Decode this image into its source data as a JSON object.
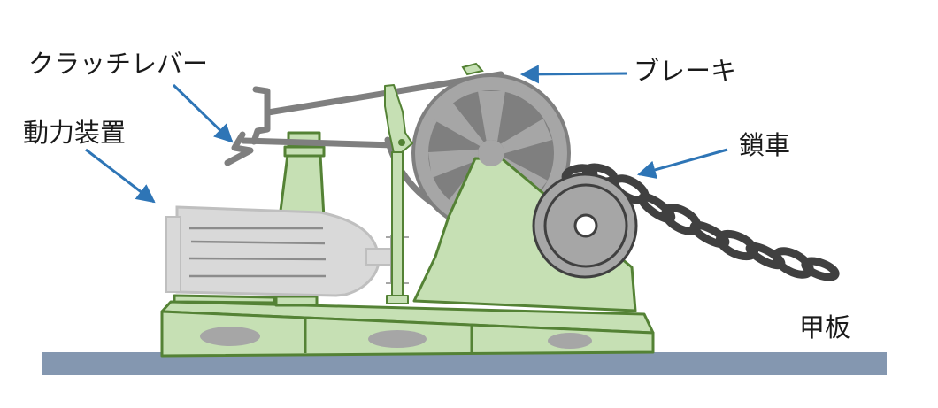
{
  "labels": {
    "clutch_lever": "クラッチレバー",
    "power_unit": "動力装置",
    "brake": "ブレーキ",
    "sprocket": "鎖車",
    "deck": "甲板"
  },
  "colors": {
    "frame_fill": "#c6e0b4",
    "frame_stroke": "#548235",
    "metal_gray": "#a6a6a6",
    "dark_gray": "#7f7f7f",
    "motor_fill": "#d9d9d9",
    "chain": "#404040",
    "deck": "#8497b0",
    "arrow": "#2e75b6"
  }
}
